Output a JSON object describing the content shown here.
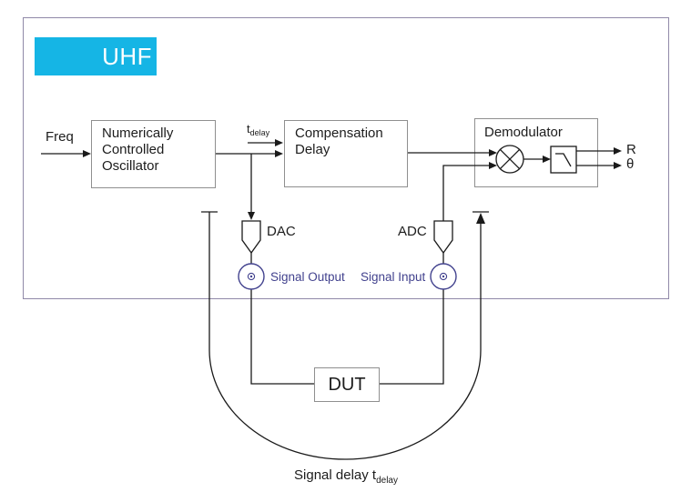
{
  "instrument": {
    "name": "UHF",
    "accent_color": "#15b5e5",
    "frame_color": "#9089a8"
  },
  "blocks": {
    "nco": {
      "label": "Numerically\nControlled\nOscillator"
    },
    "compensation_delay": {
      "label": "Compensation\nDelay"
    },
    "demodulator": {
      "label": "Demodulator"
    },
    "dut": {
      "label": "DUT"
    }
  },
  "converters": {
    "dac": "DAC",
    "adc": "ADC"
  },
  "connectors": {
    "signal_output": "Signal Output",
    "signal_input": "Signal Input",
    "color": "#42428e"
  },
  "signals": {
    "freq_input": "Freq",
    "t_delay": {
      "base": "t",
      "sub": "delay"
    },
    "outputs": {
      "r": "R",
      "theta": "θ"
    },
    "signal_delay": {
      "base": "Signal delay t",
      "sub": "delay"
    }
  },
  "icons": {
    "mixer": "mixer-icon",
    "lowpass": "lowpass-filter-icon",
    "dac": "dac-converter-icon",
    "adc": "adc-converter-icon"
  },
  "colors": {
    "wire": "#1a1a1a",
    "block_border": "#8f8f8f"
  }
}
